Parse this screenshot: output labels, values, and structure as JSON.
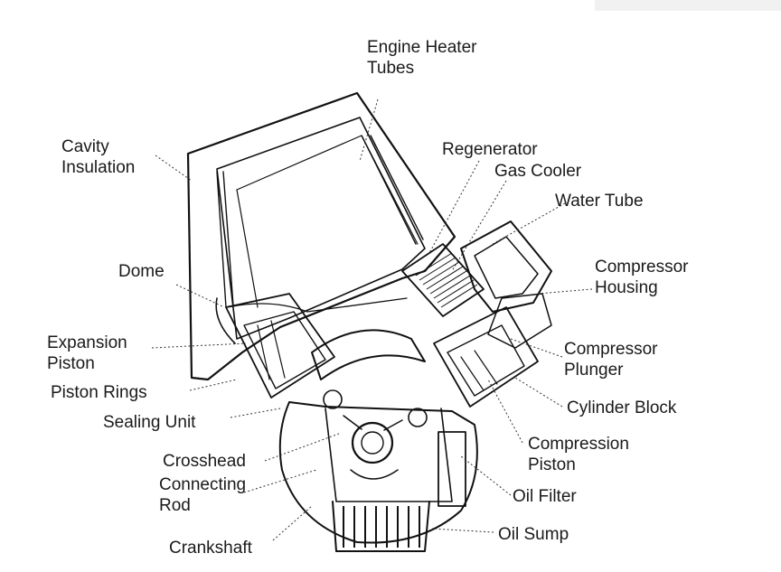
{
  "diagram": {
    "labels": {
      "engine_heater_tubes": [
        "Engine Heater",
        "Tubes"
      ],
      "cavity_insulation": [
        "Cavity",
        "Insulation"
      ],
      "regenerator": "Regenerator",
      "gas_cooler": "Gas Cooler",
      "water_tube": "Water Tube",
      "dome": "Dome",
      "compressor_housing": [
        "Compressor",
        "Housing"
      ],
      "expansion_piston": [
        "Expansion",
        "Piston"
      ],
      "compressor_plunger": [
        "Compressor",
        "Plunger"
      ],
      "piston_rings": "Piston Rings",
      "cylinder_block": "Cylinder Block",
      "sealing_unit": "Sealing Unit",
      "compression_piston": [
        "Compression",
        "Piston"
      ],
      "crosshead": "Crosshead",
      "connecting_rod": [
        "Connecting",
        "Rod"
      ],
      "oil_filter": "Oil Filter",
      "oil_sump": "Oil Sump",
      "crankshaft": "Crankshaft"
    },
    "colors": {
      "ink": "#111111",
      "background": "#ffffff"
    }
  }
}
